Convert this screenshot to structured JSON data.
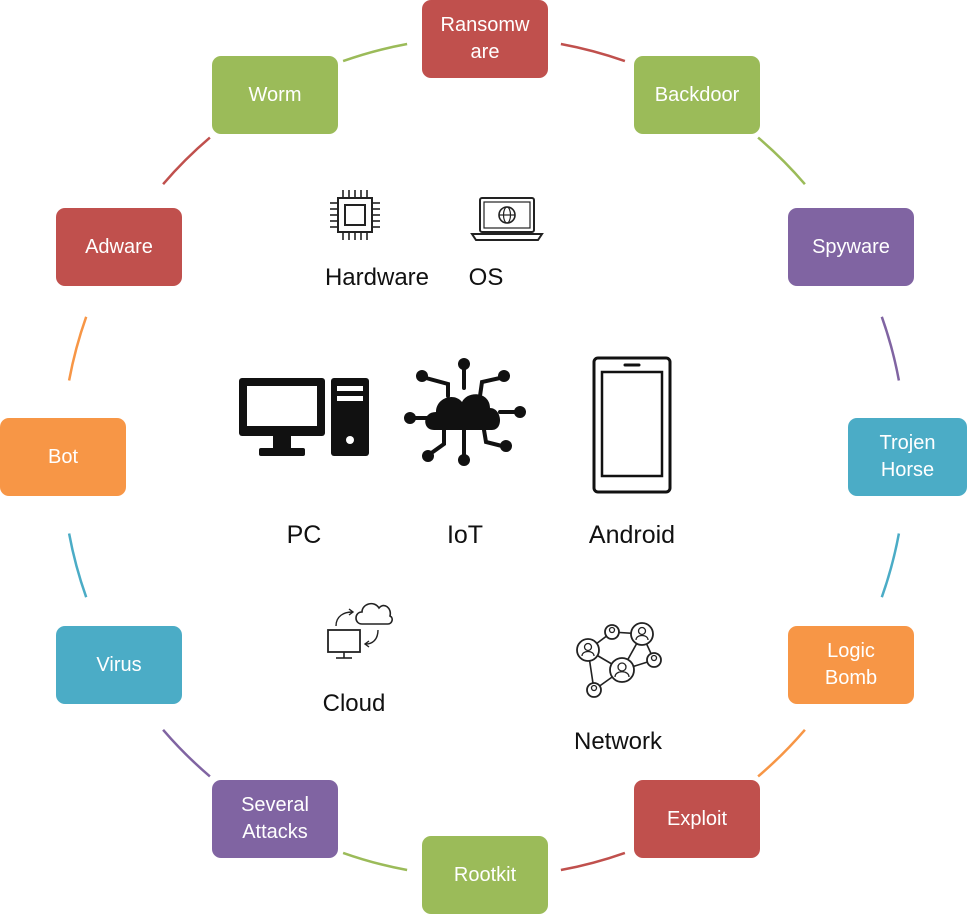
{
  "colors": {
    "red": "#c0504d",
    "green": "#9bbb59",
    "purple": "#8064a2",
    "teal": "#4bacc6",
    "orange": "#f79646"
  },
  "threats": [
    {
      "id": "ransomware",
      "label": "Ransomw\nare",
      "color": "red"
    },
    {
      "id": "backdoor",
      "label": "Backdoor",
      "color": "green"
    },
    {
      "id": "spyware",
      "label": "Spyware",
      "color": "purple"
    },
    {
      "id": "trojen-horse",
      "label": "Trojen\nHorse",
      "color": "teal"
    },
    {
      "id": "logic-bomb",
      "label": "Logic\nBomb",
      "color": "orange"
    },
    {
      "id": "exploit",
      "label": "Exploit",
      "color": "red"
    },
    {
      "id": "rootkit",
      "label": "Rootkit",
      "color": "green"
    },
    {
      "id": "several-attacks",
      "label": "Several\nAttacks",
      "color": "purple"
    },
    {
      "id": "virus",
      "label": "Virus",
      "color": "teal"
    },
    {
      "id": "bot",
      "label": "Bot",
      "color": "orange"
    },
    {
      "id": "adware",
      "label": "Adware",
      "color": "red"
    },
    {
      "id": "worm",
      "label": "Worm",
      "color": "green"
    }
  ],
  "platforms": {
    "hardware": {
      "label": "Hardware",
      "icon": "chip-icon"
    },
    "os": {
      "label": "OS",
      "icon": "laptop-globe-icon"
    },
    "pc": {
      "label": "PC",
      "icon": "desktop-pc-icon"
    },
    "iot": {
      "label": "IoT",
      "icon": "cloud-network-icon"
    },
    "android": {
      "label": "Android",
      "icon": "smartphone-icon"
    },
    "cloud": {
      "label": "Cloud",
      "icon": "cloud-sync-icon"
    },
    "network": {
      "label": "Network",
      "icon": "people-network-icon"
    }
  }
}
